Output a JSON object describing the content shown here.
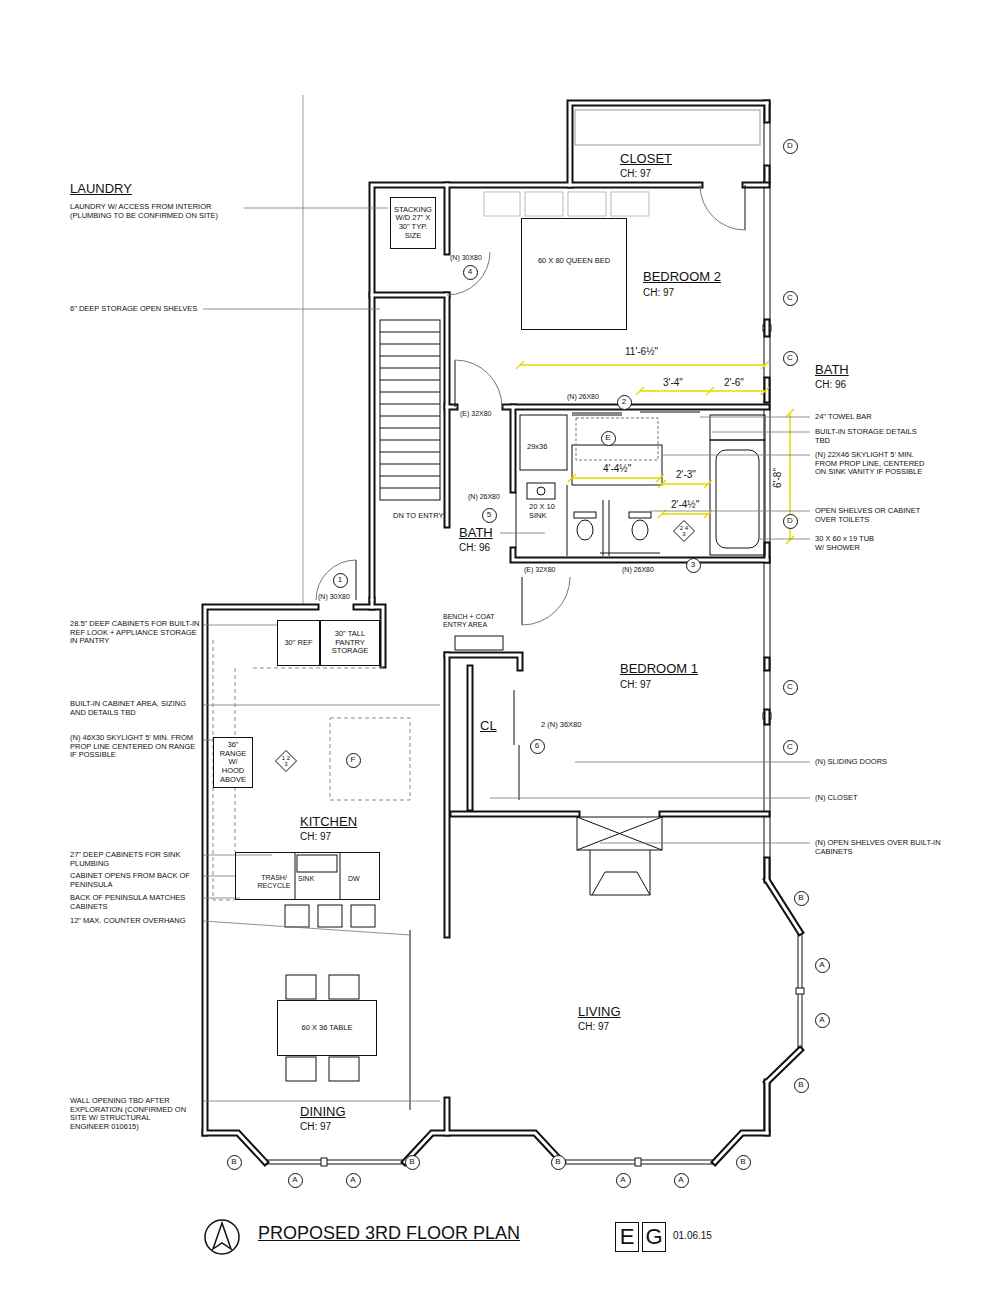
{
  "diagram": {
    "title": "PROPOSED 3RD FLOOR PLAN",
    "nodes": [
      {
        "text": [
          "D"
        ]
      },
      {
        "text": [
          "STACKING W/D 27\" X 30\" TYP. SIZE"
        ]
      },
      {
        "text": [
          "60 X 80 QUEEN BED"
        ]
      },
      {
        "text": [
          "4"
        ]
      },
      {
        "text": [
          "C"
        ]
      },
      {
        "text": [
          "C"
        ]
      },
      {
        "text": [
          "2"
        ]
      },
      {
        "text": [
          "E"
        ]
      },
      {
        "text": [
          "5"
        ]
      },
      {
        "text": [
          "D"
        ]
      },
      {
        "text": [
          "2 4 3"
        ]
      },
      {
        "text": [
          "3"
        ]
      },
      {
        "text": [
          "1"
        ]
      },
      {
        "text": [
          "30\" REF"
        ]
      },
      {
        "text": [
          "30\" TALL PANTRY STORAGE"
        ]
      },
      {
        "text": [
          "C"
        ]
      },
      {
        "text": [
          "36\" RANGE W/ HOOD ABOVE"
        ]
      },
      {
        "text": [
          "6"
        ]
      },
      {
        "text": [
          "C"
        ]
      },
      {
        "text": [
          "1 2 3"
        ]
      },
      {
        "text": [
          "F"
        ]
      },
      {
        "text": [
          "TRASH/ RECYCLE",
          "SINK",
          "DW"
        ]
      },
      {
        "text": [
          "B"
        ]
      },
      {
        "text": [
          "A"
        ]
      },
      {
        "text": [
          "60 X 36 TABLE"
        ]
      },
      {
        "text": [
          "A"
        ]
      },
      {
        "text": [
          "B"
        ]
      },
      {
        "text": [
          "B"
        ]
      },
      {
        "text": [
          "B"
        ]
      },
      {
        "text": [
          "B"
        ]
      },
      {
        "text": [
          "B"
        ]
      },
      {
        "text": [
          "A"
        ]
      },
      {
        "text": [
          "A"
        ]
      },
      {
        "text": [
          "A"
        ]
      },
      {
        "text": [
          "A"
        ]
      },
      {
        "text": [
          "E"
        ]
      },
      {
        "text": [
          "G"
        ]
      }
    ],
    "labels": [
      "LAUNDRY",
      "LAUNDRY W/ ACCESS FROM INTERIOR (PLUMBING TO BE CONFIRMED ON SITE)",
      "6\" DEEP STORAGE OPEN SHELVES",
      "CLOSET",
      "CH: 97",
      "(N) 30X80",
      "BEDROOM 2",
      "CH: 97",
      "11'-6½\"",
      "BATH",
      "CH: 96",
      "3'-4\"",
      "2'-6\"",
      "(N) 26X80",
      "(E) 32X80",
      "24\" TOWEL BAR",
      "BUILT-IN STORAGE DETAILS TBD",
      "29x36",
      "(N) 22X46 SKYLIGHT 5' MIN. FROM PROP LINE, CENTERED ON SINK VANITY IF POSSIBLE",
      "4'-4½\"",
      "2'-3\"",
      "6'-8\"",
      "(N) 26X80",
      "20 X 10 SINK",
      "2'-4½\"",
      "OPEN SHELVES OR CABINET OVER TOILETS",
      "DN TO ENTRY",
      "BATH",
      "CH: 96",
      "30 X 60 x 19 TUB W/ SHOWER",
      "(N) 26X80",
      "(E) 32X80",
      "(N) 30X80",
      "BENCH + COAT ENTRY AREA",
      "28.5\" DEEP CABINETS FOR BUILT-IN REF LOOK + APPLIANCE STORAGE IN PANTRY",
      "BEDROOM 1",
      "CH: 97",
      "BUILT-IN CABINET AREA, SIZING AND DETAILS TBD",
      "CL",
      "2 (N) 36X80",
      "(N) 46X30 SKYLIGHT 5' MIN. FROM PROP LINE CENTERED ON RANGE IF POSSIBLE",
      "(N) SLIDING DOORS",
      "(N) CLOSET",
      "KITCHEN",
      "CH: 97",
      "(N) OPEN SHELVES OVER BUILT-IN CABINETS",
      "27\" DEEP CABINETS FOR SINK PLUMBING",
      "CABINET OPENS FROM BACK OF PENINSULA",
      "BACK OF PENINSULA MATCHES CABINETS",
      "12\" MAX. COUNTER OVERHANG",
      "LIVING",
      "CH: 97",
      "WALL OPENING TBD AFTER EXPLORATION (CONFIRMED ON SITE W/ STRUCTURAL ENGINEER 010615)",
      "DINING",
      "CH: 97",
      "01.06.15"
    ]
  }
}
